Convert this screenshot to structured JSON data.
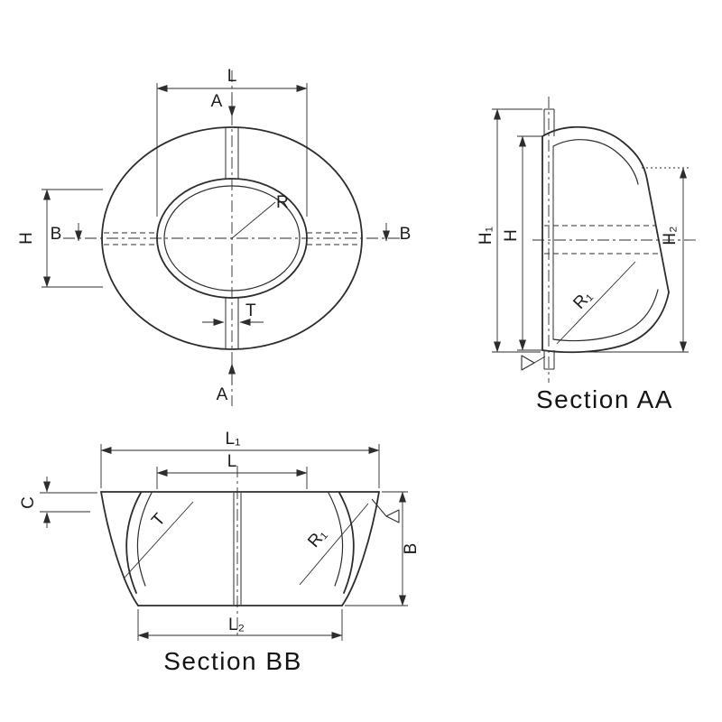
{
  "colors": {
    "line": "#2d2d2d",
    "background": "#ffffff"
  },
  "views": {
    "plan": {
      "labels": {
        "L": "L",
        "A_top": "A",
        "A_bottom": "A",
        "B_left": "B",
        "B_right": "B",
        "H": "H",
        "R": "R",
        "T": "T"
      }
    },
    "section_aa": {
      "caption": "Section AA",
      "labels": {
        "H1": "H₁",
        "H": "H",
        "H2": "H₂",
        "R1": "R₁"
      }
    },
    "section_bb": {
      "caption": "Section BB",
      "labels": {
        "L1": "L₁",
        "L": "L",
        "L2": "L₂",
        "C": "C",
        "B": "B",
        "T": "T",
        "R1": "R₁"
      }
    }
  }
}
